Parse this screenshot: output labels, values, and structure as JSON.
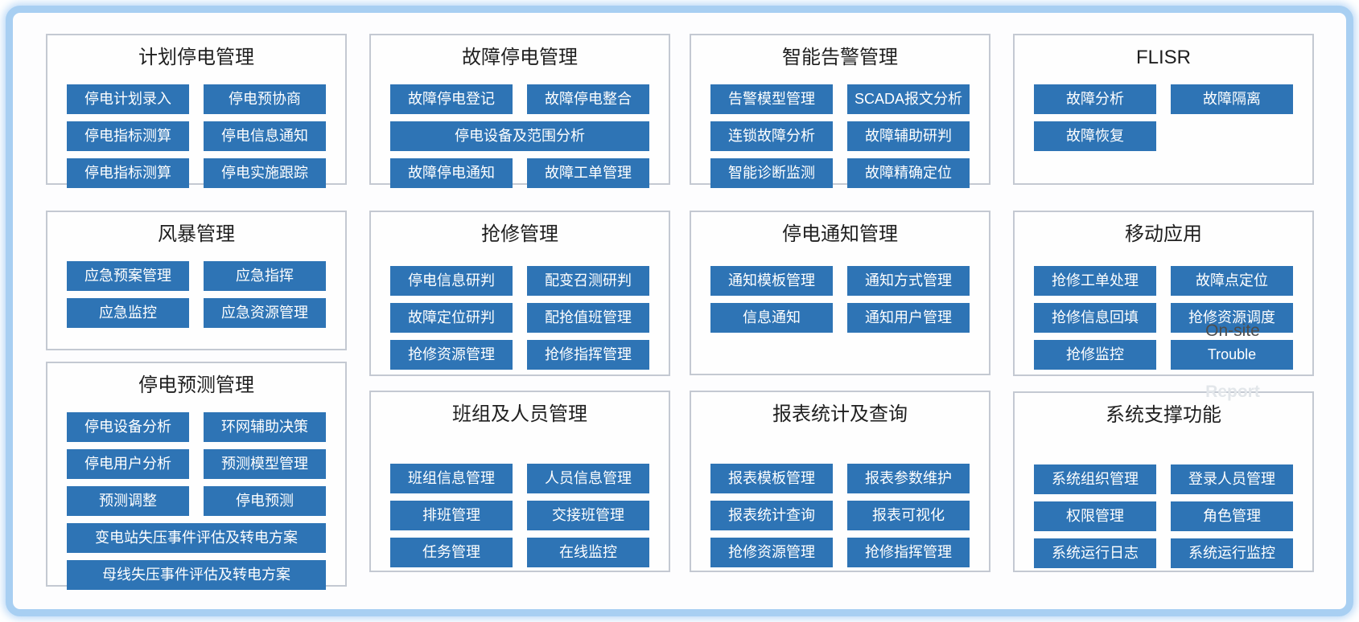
{
  "colors": {
    "frame_blue": "#a8cff2",
    "panel_border": "#c4c9d2",
    "module_blue": "#2e74b5",
    "module_text": "#ffffff",
    "title_text": "#1f1f1f"
  },
  "panels": [
    {
      "title": "计划停电管理",
      "buttons": [
        "停电计划录入",
        "停电预协商",
        "停电指标测算",
        "停电信息通知",
        "停电指标测算",
        "停电实施跟踪"
      ]
    },
    {
      "title": "故障停电管理",
      "buttons": [
        "故障停电登记",
        "故障停电整合",
        "停电设备及范围分析",
        "故障停电通知",
        "故障工单管理"
      ]
    },
    {
      "title": "智能告警管理",
      "buttons": [
        "告警模型管理",
        "SCADA报文分析",
        "连锁故障分析",
        "故障辅助研判",
        "智能诊断监测",
        "故障精确定位"
      ]
    },
    {
      "title": "FLISR",
      "buttons": [
        "故障分析",
        "故障隔离",
        "故障恢复"
      ]
    },
    {
      "title": "风暴管理",
      "buttons": [
        "应急预案管理",
        "应急指挥",
        "应急监控",
        "应急资源管理"
      ]
    },
    {
      "title": "抢修管理",
      "buttons": [
        "停电信息研判",
        "配变召测研判",
        "故障定位研判",
        "配抢值班管理",
        "抢修资源管理",
        "抢修指挥管理"
      ]
    },
    {
      "title": "停电通知管理",
      "buttons": [
        "通知模板管理",
        "通知方式管理",
        "信息通知",
        "通知用户管理"
      ]
    },
    {
      "title": "移动应用",
      "buttons": [
        "抢修工单处理",
        "故障点定位",
        "抢修信息回填",
        "抢修资源调度",
        "抢修监控",
        "Trouble"
      ],
      "overlay": {
        "on_site": "On-site",
        "report": "Report"
      }
    },
    {
      "title": "停电预测管理",
      "buttons": [
        "停电设备分析",
        "环网辅助决策",
        "停电用户分析",
        "预测模型管理",
        "预测调整",
        "停电预测",
        "变电站失压事件评估及转电方案",
        "母线失压事件评估及转电方案"
      ]
    },
    {
      "title": "班组及人员管理",
      "buttons": [
        "班组信息管理",
        "人员信息管理",
        "排班管理",
        "交接班管理",
        "任务管理",
        "在线监控"
      ]
    },
    {
      "title": "报表统计及查询",
      "buttons": [
        "报表模板管理",
        "报表参数维护",
        "报表统计查询",
        "报表可视化",
        "抢修资源管理",
        "抢修指挥管理"
      ]
    },
    {
      "title": "系统支撑功能",
      "buttons": [
        "系统组织管理",
        "登录人员管理",
        "权限管理",
        "角色管理",
        "系统运行日志",
        "系统运行监控"
      ]
    }
  ]
}
